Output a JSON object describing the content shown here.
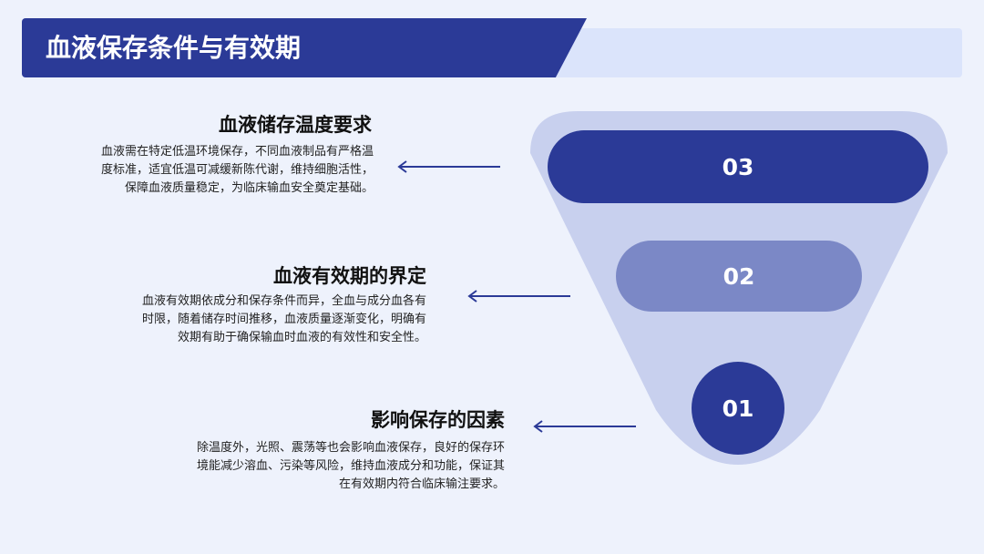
{
  "page": {
    "title": "血液保存条件与有效期"
  },
  "funnel": {
    "steps": [
      {
        "number": "03"
      },
      {
        "number": "02"
      },
      {
        "number": "01"
      }
    ]
  },
  "items": [
    {
      "title": "血液储存温度要求",
      "lines": [
        "血液需在特定低温环境保存，不同血液制品有严格温",
        "度标准，适宜低温可减缓新陈代谢，维持细胞活性，",
        "保障血液质量稳定，为临床输血安全奠定基础。"
      ]
    },
    {
      "title": "血液有效期的界定",
      "lines": [
        "血液有效期依成分和保存条件而异，全血与成分血各有",
        "时限，随着储存时间推移，血液质量逐渐变化，明确有",
        "效期有助于确保输血时血液的有效性和安全性。"
      ]
    },
    {
      "title": "影响保存的因素",
      "lines": [
        "除温度外，光照、震荡等也会影响血液保存，良好的保存环",
        "境能减少溶血、污染等风险，维持血液成分和功能，保证其",
        "在有效期内符合临床输注要求。"
      ]
    }
  ],
  "colors": {
    "primary": "#2b3a97",
    "secondary": "#7b88c6",
    "funnel": "#c8d0ee",
    "background": "#eef2fc"
  }
}
